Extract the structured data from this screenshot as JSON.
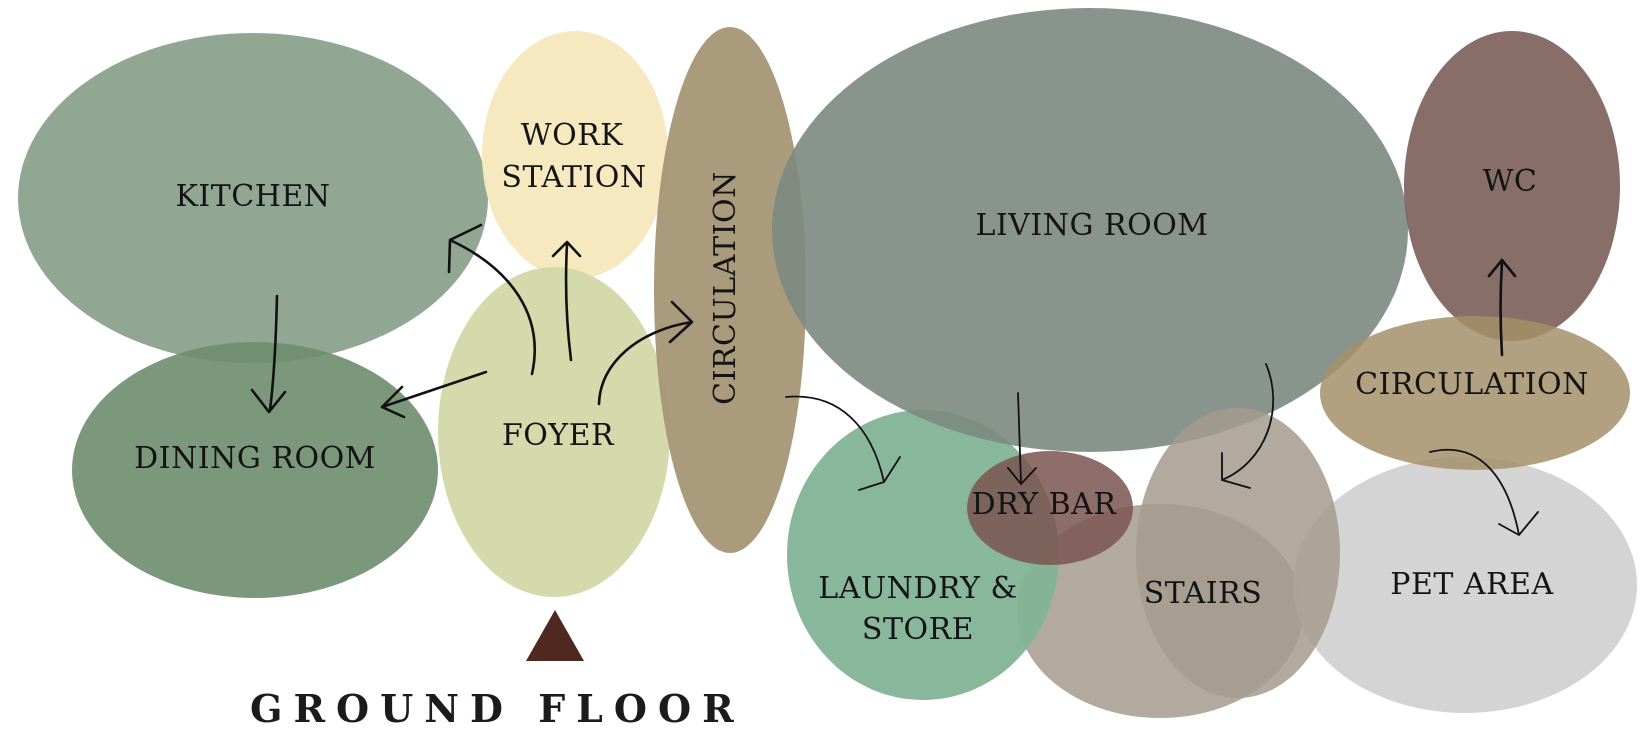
{
  "title": "GROUND FLOOR",
  "zones": {
    "kitchen": {
      "label": "KITCHEN",
      "color": "#89a08a"
    },
    "dining_room": {
      "label": "DINING ROOM",
      "color": "#6e8d6e"
    },
    "work_station": {
      "label_line1": "WORK",
      "label_line2": "STATION",
      "color": "#f5e8bd"
    },
    "foyer": {
      "label": "FOYER",
      "color": "#d3d8a9"
    },
    "circulation_main": {
      "label": "CIRCULATION",
      "color": "#a59676"
    },
    "living_room": {
      "label": "LIVING ROOM",
      "color": "#7c8980"
    },
    "laundry_store": {
      "label_line1": "LAUNDRY &",
      "label_line2": "STORE",
      "color": "#83b396"
    },
    "dry_bar": {
      "label": "DRY BAR",
      "color": "#7a5550"
    },
    "stairs": {
      "label": "STAIRS",
      "color": "#a49b8e"
    },
    "wc": {
      "label": "WC",
      "color": "#7d625b"
    },
    "circulation_secondary": {
      "label": "CIRCULATION",
      "color": "#a5906a"
    },
    "pet_area": {
      "label": "PET AREA",
      "color": "#cfcfcf"
    }
  },
  "entrance_color": "#4f2820"
}
